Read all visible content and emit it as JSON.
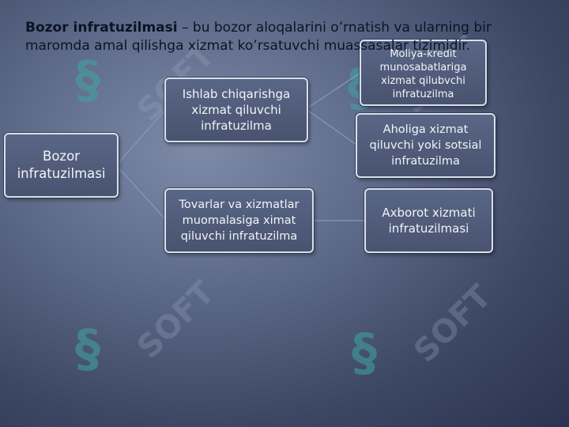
{
  "title": {
    "bold": "Bozor infratuzilmasi",
    "rest": " – bu bozor aloqalarini o’rnatish va ularning bir maromda amal qilishga xizmat ko’rsatuvchi muassasalar tizimidir."
  },
  "nodes": {
    "root": "Bozor infratuzilmasi",
    "production": "Ishlab chiqarishga xizmat qiluvchi infratuzilma",
    "trade": "Tovarlar va xizmatlar muomalasiga ximat qiluvchi  infratuzilma",
    "finance": "Moliya-kredit munosabatlariga xizmat qilubvchi infratuzilma",
    "social": "Aholiga xizmat qiluvchi yoki sotsial infratuzilma",
    "info": "Axborot xizmati infratuzilmasi"
  },
  "watermark": {
    "word": "SOFT"
  },
  "colors": {
    "background": "#4a5575",
    "box_border": "#d8dfec",
    "connector": "#7f9cc4",
    "watermark": "#3fa6a0"
  }
}
